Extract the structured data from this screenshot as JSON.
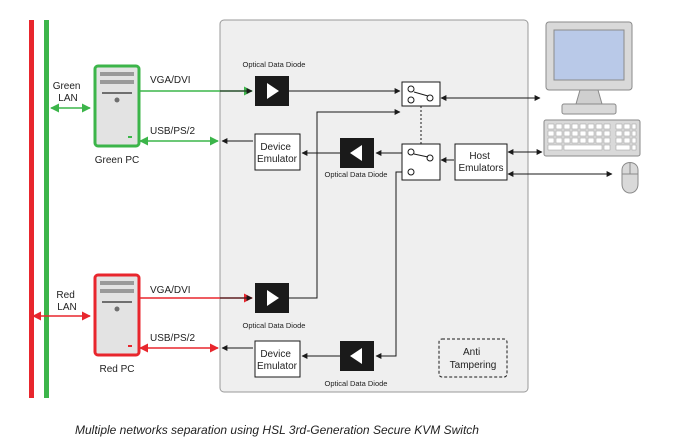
{
  "caption": "Multiple networks separation using HSL 3rd-Generation Secure KVM Switch",
  "labels": {
    "green_lan": [
      "Green",
      "LAN"
    ],
    "red_lan": [
      "Red",
      "LAN"
    ],
    "green_pc": "Green PC",
    "red_pc": "Red PC",
    "vga_top": "VGA/DVI",
    "usb_top": "USB/PS/2",
    "vga_bottom": "VGA/DVI",
    "usb_bottom": "USB/PS/2",
    "diode_1": "Optical Data Diode",
    "diode_2": "Optical Data Diode",
    "diode_3": "Optical Data Diode",
    "diode_4": "Optical Data Diode",
    "device_emulator_top": [
      "Device",
      "Emulator"
    ],
    "device_emulator_bottom": [
      "Device",
      "Emulator"
    ],
    "host_emulators": [
      "Host",
      "Emulators"
    ],
    "anti_tampering": [
      "Anti",
      "Tampering"
    ]
  },
  "colors": {
    "green": "#3cb54a",
    "red": "#e8262d",
    "panel": "#efefef",
    "panel_border": "#9a9a9a",
    "diode": "#1a1a1a",
    "monitor_screen": "#b9c9e8"
  },
  "icons": {
    "green_pc": "tower-pc-icon",
    "red_pc": "tower-pc-icon",
    "monitor": "monitor-icon",
    "keyboard": "keyboard-icon",
    "mouse": "mouse-icon"
  }
}
